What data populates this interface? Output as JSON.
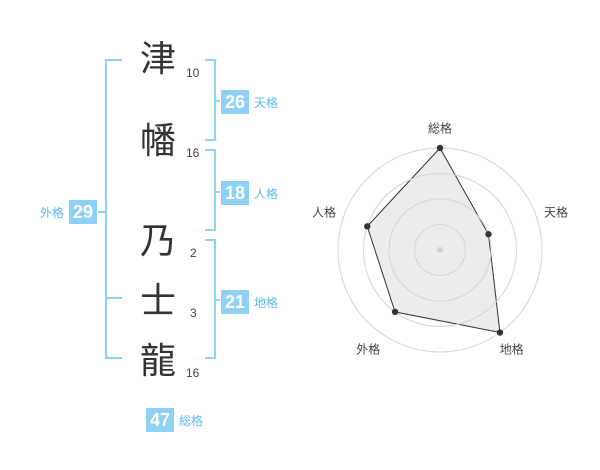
{
  "name": {
    "characters": [
      {
        "char": "津",
        "strokes": "10"
      },
      {
        "char": "幡",
        "strokes": "16"
      },
      {
        "char": "乃",
        "strokes": "2"
      },
      {
        "char": "士",
        "strokes": "3"
      },
      {
        "char": "龍",
        "strokes": "16"
      }
    ]
  },
  "scores": {
    "tenkaku": {
      "label": "天格",
      "value": "26"
    },
    "jinkaku": {
      "label": "人格",
      "value": "18"
    },
    "chikaku": {
      "label": "地格",
      "value": "21"
    },
    "gaikaku": {
      "label": "外格",
      "value": "29"
    },
    "soukaku": {
      "label": "総格",
      "value": "47"
    }
  },
  "colors": {
    "accent": "#8fd0f5",
    "accent_text": "#5bb8ef"
  },
  "radar": {
    "axes": [
      "総格",
      "天格",
      "地格",
      "外格",
      "人格"
    ],
    "levels": 4,
    "values": [
      4,
      2,
      4,
      3,
      3
    ]
  }
}
